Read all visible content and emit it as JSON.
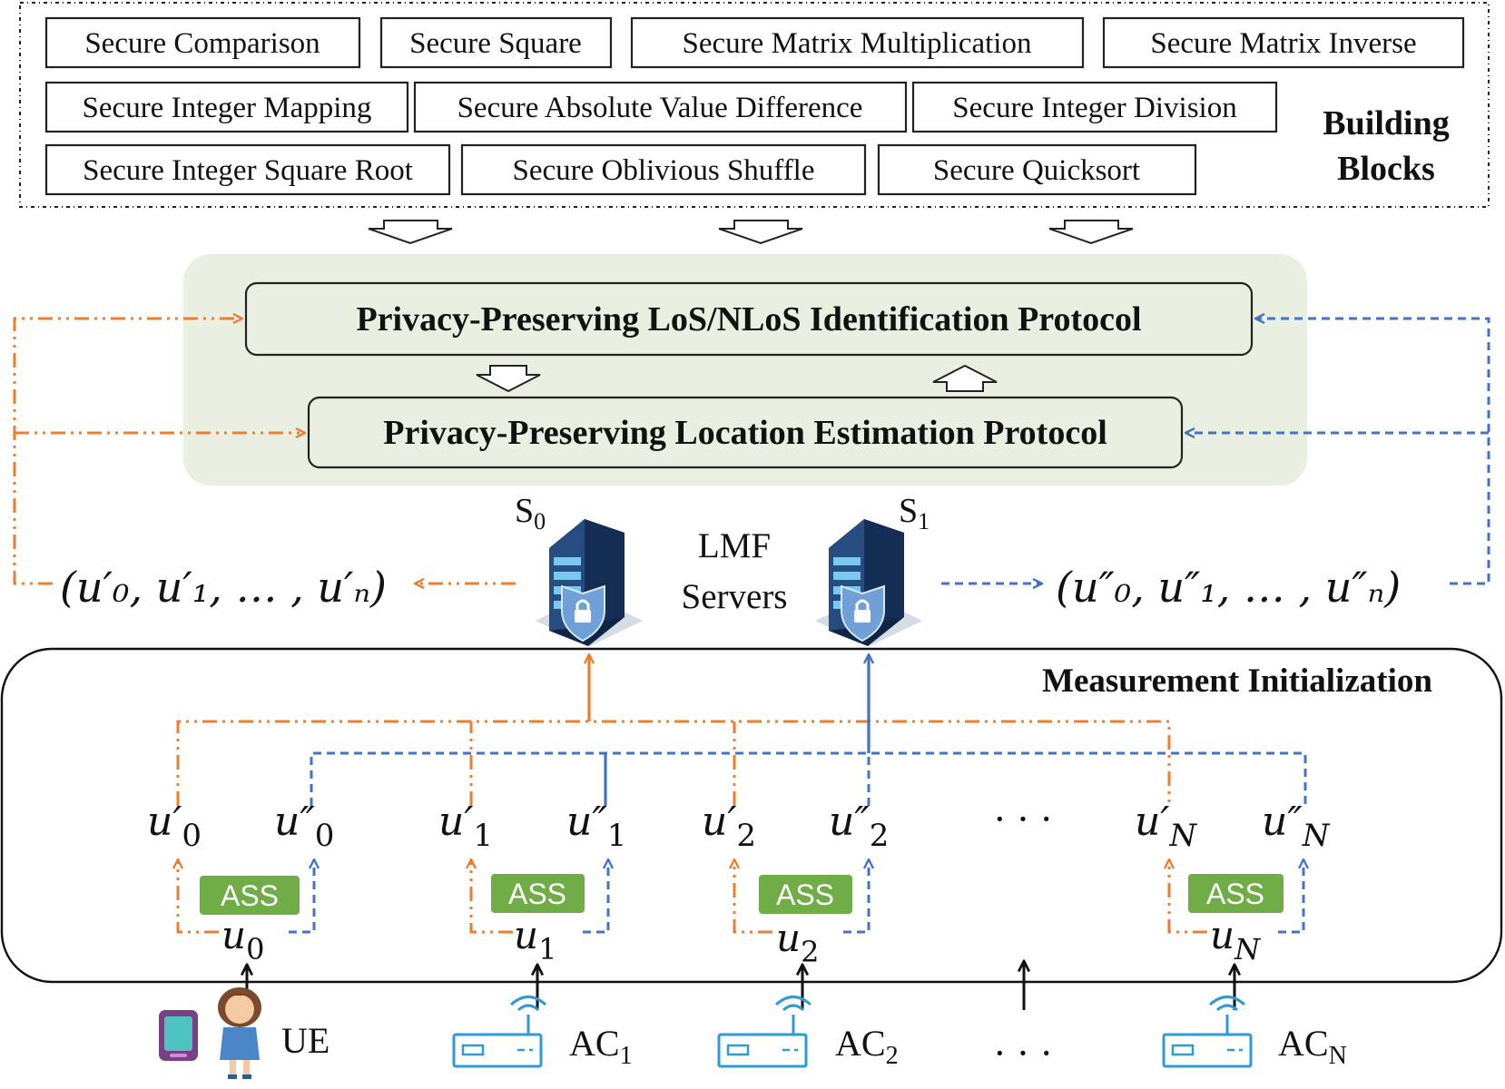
{
  "building_blocks": {
    "title_line1": "Building",
    "title_line2": "Blocks",
    "row1": [
      "Secure Comparison",
      "Secure Square",
      "Secure Matrix Multiplication",
      "Secure Matrix Inverse"
    ],
    "row2": [
      "Secure Integer Mapping",
      "Secure Absolute Value Difference",
      "Secure Integer Division"
    ],
    "row3": [
      "Secure Integer Square Root",
      "Secure Oblivious Shuffle",
      "Secure Quicksort"
    ]
  },
  "protocols": {
    "identification": "Privacy-Preserving LoS/NLoS Identification Protocol",
    "estimation": "Privacy-Preserving Location Estimation Protocol"
  },
  "servers": {
    "s0_label": "S",
    "s0_sub": "0",
    "s1_label": "S",
    "s1_sub": "1",
    "lmf_line1": "LMF",
    "lmf_line2": "Servers"
  },
  "tuples": {
    "left": "(u′₀, u′₁, … , u′ₙ)",
    "right": "(u″₀, u″₁, … , u″ₙ)"
  },
  "measurement": {
    "title": "Measurement Initialization",
    "ass_label": "ASS",
    "ellipsis": "· · ·",
    "shares": [
      {
        "p": "u′",
        "pp": "u″",
        "sub": "0",
        "u": "u",
        "usub": "0"
      },
      {
        "p": "u′",
        "pp": "u″",
        "sub": "1",
        "u": "u",
        "usub": "1"
      },
      {
        "p": "u′",
        "pp": "u″",
        "sub": "2",
        "u": "u",
        "usub": "2"
      },
      {
        "p": "u′",
        "pp": "u″",
        "sub": "N",
        "u": "u",
        "usub": "N"
      }
    ]
  },
  "devices": {
    "ue": "UE",
    "ac": "AC",
    "ac_subs": [
      "1",
      "2",
      "N"
    ],
    "ellipsis": "· · ·"
  },
  "colors": {
    "orange": "#ED7D31",
    "blue": "#4472C4",
    "green_bg": "#E9F0E1",
    "ass_green": "#70AD47"
  }
}
